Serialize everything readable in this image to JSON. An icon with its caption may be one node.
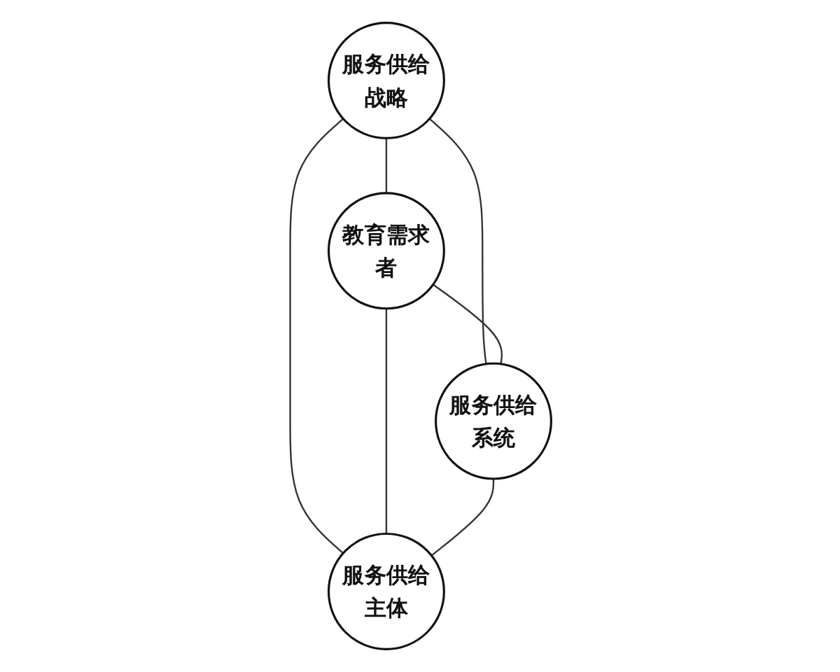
{
  "diagram": {
    "nodes": [
      {
        "text": [
          "服务供给战略"
        ]
      },
      {
        "text": [
          "教育需求者"
        ]
      },
      {
        "text": [
          "服务供给系统"
        ]
      },
      {
        "text": [
          "服务供给主体"
        ]
      }
    ],
    "edges": [
      {
        "from": 0,
        "to": 1,
        "arrow": "none"
      },
      {
        "from": 0,
        "to": 2,
        "arrow": "none"
      },
      {
        "from": 0,
        "to": 3,
        "arrow": "none"
      },
      {
        "from": 1,
        "to": 2,
        "arrow": "none"
      },
      {
        "from": 1,
        "to": 3,
        "arrow": "none"
      },
      {
        "from": 2,
        "to": 3,
        "arrow": "none"
      }
    ]
  }
}
